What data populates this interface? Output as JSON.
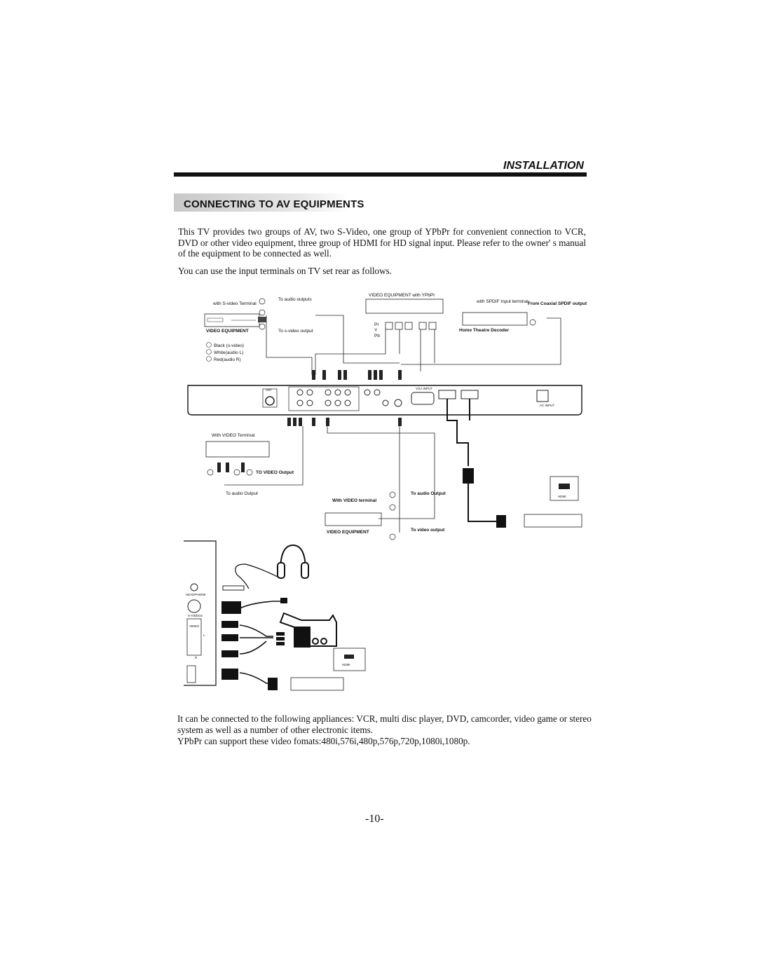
{
  "header": {
    "section": "INSTALLATION",
    "heading": "CONNECTING TO AV EQUIPMENTS"
  },
  "intro": {
    "paragraph": "This TV provides two groups of AV, two S-Video, one group of  YPbPr  for convenient connection to VCR, DVD or other video equipment, three group of HDMI for HD signal input. Please refer to the owner' s manual of the equipment to be connected as well.",
    "rear_note": "You can use the input terminals on TV set rear as follows."
  },
  "diagram": {
    "svideo_device_label": "with S-video Terminal",
    "to_audio_outputs": "To audio outputs",
    "video_equipment": "VIDEO EQUIPMENT",
    "to_svideo_output": "To s-video output",
    "legend_black": "Black (s-video)",
    "legend_white": "White(audio L)",
    "legend_red": "Red(audio R)",
    "ypbpr_title": "VIDEO EQUIPMENT with YPbPr",
    "pr": "Pr",
    "y": "Y",
    "pb": "Pb",
    "spdif_input": "with SPDIF Input terminal",
    "coaxial_output": "From Coaxial SPDIF output",
    "home_theatre": "Home Theatre Decoder",
    "with_video_terminal": "With VIDEO Terminal",
    "to_video_output": "TO VIDEO Output",
    "to_audio_output": "To audio Output",
    "with_video_terminal2": "With VIDEO terminal",
    "to_audio_output2": "To audio Output",
    "video_equipment2": "VIDEO EQUIPMENT",
    "to_video_output2": "To video output",
    "hdmi": "HDMI",
    "hdmi2": "HDMI",
    "ant": "ANT",
    "vga_input": "VGA INPUT",
    "headphone": "HEADPHONE",
    "svideo_side": "S-VIDEO2",
    "video_side": "VIDEO",
    "l_side": "L",
    "r_side": "R",
    "ac_label": "AC INPUT"
  },
  "outro": {
    "line1": "It can be connected to the following appliances: VCR, multi disc player, DVD, camcorder, video game or stereo system as well as a number of other electronic items.",
    "line2": "YPbPr can support these video fomats:480i,576i,480p,576p,720p,1080i,1080p."
  },
  "page_number": "-10-"
}
